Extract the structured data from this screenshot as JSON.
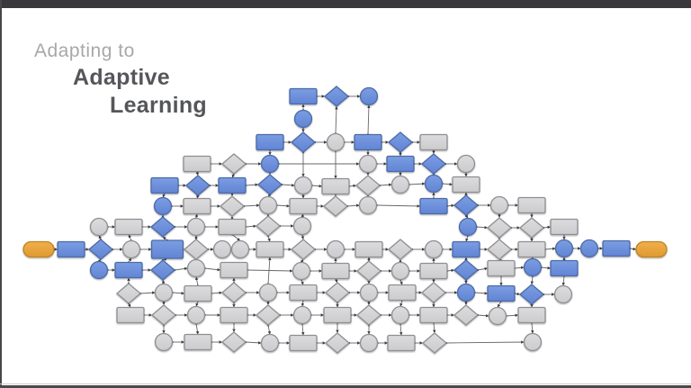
{
  "title": {
    "line1": "Adapting to",
    "line2": "Adaptive",
    "line3": "Learning"
  },
  "colors": {
    "background": "#FFFFFF",
    "top_bar": "#39393B",
    "side_bar": "#47474A",
    "bottom_line": "#CCCCCC",
    "bottom_bar": "#4A4A4D",
    "title_light": "#A7A8AA",
    "title_dark": "#55565A",
    "blue_fill_top": "#7B9DE2",
    "blue_fill_bottom": "#6184D4",
    "blue_stroke": "#4E6BA7",
    "gray_fill_top": "#DCDCDE",
    "gray_fill_bottom": "#CBCBCE",
    "gray_stroke": "#8F8F92",
    "orange_fill_top": "#F0AF4C",
    "orange_fill_bottom": "#DF9A30",
    "orange_stroke": "#BE8326",
    "edge_line": "#67676A",
    "arrow": "#3A3A3C"
  },
  "flowchart": {
    "shape_defaults": {
      "R": [
        30,
        17
      ],
      "D": [
        26,
        22
      ],
      "C": [
        19,
        19
      ],
      "P": [
        34,
        17
      ]
    },
    "nodes": [
      [
        337,
        107,
        "R",
        "b"
      ],
      [
        374,
        107,
        "D",
        "b"
      ],
      [
        410,
        107,
        "C",
        "b"
      ],
      [
        337,
        132,
        "C",
        "b"
      ],
      [
        300,
        158,
        "R",
        "b"
      ],
      [
        337,
        158,
        "D",
        "b"
      ],
      [
        373,
        158,
        "C",
        "g"
      ],
      [
        409,
        158,
        "R",
        "b"
      ],
      [
        445,
        158,
        "D",
        "b"
      ],
      [
        482,
        158,
        "R",
        "g"
      ],
      [
        219,
        182,
        "R",
        "g"
      ],
      [
        260,
        182,
        "D",
        "g"
      ],
      [
        300,
        182,
        "C",
        "b"
      ],
      [
        409,
        182,
        "C",
        "g"
      ],
      [
        445,
        182,
        "R",
        "b"
      ],
      [
        482,
        182,
        "D",
        "b"
      ],
      [
        518,
        182,
        "C",
        "g"
      ],
      [
        183,
        206,
        "R",
        "b"
      ],
      [
        220,
        206,
        "D",
        "b"
      ],
      [
        258,
        206,
        "R",
        "b"
      ],
      [
        300,
        205,
        "D",
        "b"
      ],
      [
        337,
        206,
        "C",
        "g"
      ],
      [
        373,
        207,
        "R",
        "g"
      ],
      [
        409,
        206,
        "D",
        "g"
      ],
      [
        445,
        205,
        "C",
        "g"
      ],
      [
        482,
        204,
        "C",
        "b"
      ],
      [
        518,
        205,
        "R",
        "g"
      ],
      [
        181,
        229,
        "C",
        "b"
      ],
      [
        219,
        229,
        "R",
        "g"
      ],
      [
        258,
        229,
        "D",
        "g"
      ],
      [
        298,
        228,
        "C",
        "g"
      ],
      [
        337,
        229,
        "R",
        "g"
      ],
      [
        373,
        229,
        "D",
        "g"
      ],
      [
        409,
        228,
        "C",
        "g"
      ],
      [
        482,
        229,
        "R",
        "b"
      ],
      [
        518,
        228,
        "D",
        "b"
      ],
      [
        555,
        228,
        "C",
        "g"
      ],
      [
        591,
        228,
        "R",
        "g"
      ],
      [
        110,
        252,
        "C",
        "g"
      ],
      [
        143,
        252,
        "R",
        "g"
      ],
      [
        181,
        252,
        "D",
        "b"
      ],
      [
        218,
        252,
        "C",
        "g"
      ],
      [
        258,
        252,
        "R",
        "g"
      ],
      [
        298,
        251,
        "D",
        "g"
      ],
      [
        336,
        251,
        "C",
        "g"
      ],
      [
        520,
        252,
        "C",
        "b"
      ],
      [
        555,
        253,
        "D",
        "g"
      ],
      [
        591,
        253,
        "D",
        "g"
      ],
      [
        627,
        252,
        "R",
        "g"
      ],
      [
        43,
        277,
        "P",
        "o"
      ],
      [
        79,
        277,
        "R",
        "b"
      ],
      [
        112,
        277,
        "D",
        "b"
      ],
      [
        146,
        277,
        "C",
        "g"
      ],
      [
        186,
        277,
        "R",
        "b",
        35,
        20
      ],
      [
        218,
        277,
        "D",
        "g"
      ],
      [
        247,
        277,
        "C",
        "g"
      ],
      [
        267,
        277,
        "C",
        "g"
      ],
      [
        300,
        277,
        "R",
        "g"
      ],
      [
        337,
        277,
        "D",
        "g"
      ],
      [
        373,
        277,
        "C",
        "g"
      ],
      [
        410,
        277,
        "R",
        "g"
      ],
      [
        445,
        277,
        "D",
        "g"
      ],
      [
        482,
        277,
        "C",
        "g"
      ],
      [
        518,
        277,
        "R",
        "b"
      ],
      [
        555,
        277,
        "D",
        "g"
      ],
      [
        591,
        277,
        "R",
        "g"
      ],
      [
        627,
        276,
        "C",
        "b"
      ],
      [
        655,
        276,
        "C",
        "b"
      ],
      [
        685,
        276,
        "R",
        "b"
      ],
      [
        724,
        277,
        "P",
        "o"
      ],
      [
        110,
        300,
        "C",
        "b"
      ],
      [
        143,
        300,
        "R",
        "b"
      ],
      [
        181,
        300,
        "D",
        "b"
      ],
      [
        218,
        298,
        "C",
        "g"
      ],
      [
        260,
        300,
        "R",
        "g"
      ],
      [
        335,
        301,
        "C",
        "g"
      ],
      [
        373,
        301,
        "R",
        "g"
      ],
      [
        410,
        301,
        "D",
        "g"
      ],
      [
        445,
        301,
        "C",
        "g"
      ],
      [
        482,
        301,
        "R",
        "g"
      ],
      [
        518,
        300,
        "D",
        "b"
      ],
      [
        557,
        298,
        "R",
        "g"
      ],
      [
        592,
        297,
        "C",
        "b"
      ],
      [
        627,
        298,
        "R",
        "b"
      ],
      [
        143,
        326,
        "D",
        "g"
      ],
      [
        182,
        325,
        "C",
        "g"
      ],
      [
        220,
        326,
        "R",
        "g"
      ],
      [
        260,
        325,
        "D",
        "g"
      ],
      [
        298,
        325,
        "C",
        "g"
      ],
      [
        337,
        325,
        "R",
        "g"
      ],
      [
        375,
        325,
        "D",
        "g"
      ],
      [
        410,
        325,
        "C",
        "g"
      ],
      [
        447,
        325,
        "R",
        "g"
      ],
      [
        482,
        325,
        "D",
        "g"
      ],
      [
        518,
        325,
        "C",
        "b"
      ],
      [
        557,
        326,
        "R",
        "b"
      ],
      [
        591,
        327,
        "D",
        "b"
      ],
      [
        626,
        327,
        "C",
        "g"
      ],
      [
        145,
        350,
        "R",
        "g"
      ],
      [
        182,
        350,
        "D",
        "g"
      ],
      [
        218,
        350,
        "C",
        "g"
      ],
      [
        260,
        350,
        "R",
        "g"
      ],
      [
        298,
        350,
        "D",
        "g"
      ],
      [
        336,
        350,
        "C",
        "g"
      ],
      [
        375,
        350,
        "R",
        "g"
      ],
      [
        410,
        350,
        "D",
        "g"
      ],
      [
        445,
        350,
        "C",
        "g"
      ],
      [
        482,
        350,
        "R",
        "g"
      ],
      [
        518,
        350,
        "D",
        "g"
      ],
      [
        553,
        351,
        "C",
        "g"
      ],
      [
        591,
        350,
        "R",
        "g"
      ],
      [
        182,
        380,
        "C",
        "g"
      ],
      [
        220,
        380,
        "R",
        "g"
      ],
      [
        260,
        380,
        "D",
        "g"
      ],
      [
        300,
        381,
        "C",
        "g"
      ],
      [
        337,
        381,
        "R",
        "g"
      ],
      [
        375,
        381,
        "D",
        "g"
      ],
      [
        410,
        381,
        "C",
        "g"
      ],
      [
        446,
        381,
        "R",
        "g"
      ],
      [
        483,
        381,
        "D",
        "g"
      ],
      [
        592,
        380,
        "C",
        "g"
      ]
    ],
    "edges": [
      [
        0,
        1
      ],
      [
        1,
        2
      ],
      [
        4,
        5
      ],
      [
        5,
        6
      ],
      [
        6,
        7
      ],
      [
        7,
        8
      ],
      [
        8,
        9
      ],
      [
        10,
        11
      ],
      [
        11,
        12
      ],
      [
        12,
        13
      ],
      [
        13,
        14
      ],
      [
        14,
        15
      ],
      [
        15,
        16
      ],
      [
        17,
        18
      ],
      [
        18,
        19
      ],
      [
        19,
        20
      ],
      [
        20,
        21
      ],
      [
        21,
        22
      ],
      [
        22,
        23
      ],
      [
        23,
        24
      ],
      [
        24,
        25
      ],
      [
        25,
        26
      ],
      [
        27,
        28
      ],
      [
        28,
        29
      ],
      [
        29,
        30
      ],
      [
        30,
        31
      ],
      [
        31,
        32
      ],
      [
        32,
        33
      ],
      [
        33,
        34
      ],
      [
        34,
        35
      ],
      [
        35,
        36
      ],
      [
        36,
        37
      ],
      [
        38,
        39
      ],
      [
        39,
        40
      ],
      [
        40,
        41
      ],
      [
        41,
        42
      ],
      [
        42,
        43
      ],
      [
        43,
        44
      ],
      [
        45,
        46
      ],
      [
        46,
        47
      ],
      [
        47,
        48
      ],
      [
        49,
        50
      ],
      [
        50,
        51
      ],
      [
        51,
        52
      ],
      [
        52,
        53
      ],
      [
        53,
        54
      ],
      [
        54,
        55
      ],
      [
        55,
        56
      ],
      [
        56,
        57
      ],
      [
        57,
        58
      ],
      [
        58,
        59
      ],
      [
        59,
        60
      ],
      [
        60,
        61
      ],
      [
        61,
        62
      ],
      [
        62,
        63
      ],
      [
        63,
        64
      ],
      [
        64,
        65
      ],
      [
        65,
        66
      ],
      [
        66,
        67
      ],
      [
        67,
        68
      ],
      [
        68,
        69
      ],
      [
        70,
        71
      ],
      [
        71,
        72
      ],
      [
        72,
        73
      ],
      [
        73,
        74
      ],
      [
        74,
        75
      ],
      [
        75,
        76
      ],
      [
        76,
        77
      ],
      [
        77,
        78
      ],
      [
        78,
        79
      ],
      [
        79,
        80
      ],
      [
        80,
        81
      ],
      [
        81,
        82
      ],
      [
        82,
        83
      ],
      [
        84,
        85
      ],
      [
        85,
        86
      ],
      [
        86,
        87
      ],
      [
        87,
        88
      ],
      [
        88,
        89
      ],
      [
        89,
        90
      ],
      [
        90,
        91
      ],
      [
        91,
        92
      ],
      [
        92,
        93
      ],
      [
        93,
        94
      ],
      [
        94,
        95
      ],
      [
        95,
        96
      ],
      [
        96,
        97
      ],
      [
        98,
        99
      ],
      [
        99,
        100
      ],
      [
        100,
        101
      ],
      [
        101,
        102
      ],
      [
        102,
        103
      ],
      [
        103,
        104
      ],
      [
        104,
        105
      ],
      [
        105,
        106
      ],
      [
        106,
        107
      ],
      [
        107,
        108
      ],
      [
        108,
        109
      ],
      [
        109,
        110
      ],
      [
        111,
        112
      ],
      [
        112,
        113
      ],
      [
        113,
        114
      ],
      [
        114,
        115
      ],
      [
        115,
        116
      ],
      [
        116,
        117
      ],
      [
        117,
        118
      ],
      [
        118,
        119
      ],
      [
        119,
        120
      ],
      [
        0,
        3
      ],
      [
        3,
        5
      ],
      [
        1,
        6
      ],
      [
        2,
        7
      ],
      [
        4,
        12
      ],
      [
        7,
        13
      ],
      [
        8,
        14
      ],
      [
        9,
        15
      ],
      [
        5,
        21
      ],
      [
        6,
        22
      ],
      [
        10,
        18
      ],
      [
        11,
        19
      ],
      [
        12,
        20
      ],
      [
        13,
        23
      ],
      [
        14,
        24
      ],
      [
        15,
        25
      ],
      [
        16,
        26
      ],
      [
        17,
        27
      ],
      [
        18,
        28
      ],
      [
        19,
        29
      ],
      [
        20,
        30
      ],
      [
        21,
        31
      ],
      [
        22,
        32
      ],
      [
        23,
        33
      ],
      [
        25,
        34
      ],
      [
        26,
        35
      ],
      [
        27,
        40
      ],
      [
        28,
        41
      ],
      [
        29,
        42
      ],
      [
        30,
        43
      ],
      [
        31,
        44
      ],
      [
        35,
        45
      ],
      [
        36,
        46
      ],
      [
        37,
        47
      ],
      [
        38,
        51
      ],
      [
        39,
        52
      ],
      [
        40,
        53
      ],
      [
        41,
        54
      ],
      [
        42,
        56
      ],
      [
        43,
        57
      ],
      [
        44,
        58
      ],
      [
        45,
        63
      ],
      [
        46,
        64
      ],
      [
        47,
        65
      ],
      [
        48,
        66
      ],
      [
        51,
        70
      ],
      [
        52,
        71
      ],
      [
        53,
        72
      ],
      [
        54,
        73
      ],
      [
        57,
        88
      ],
      [
        58,
        75
      ],
      [
        59,
        76
      ],
      [
        60,
        77
      ],
      [
        61,
        78
      ],
      [
        62,
        79
      ],
      [
        63,
        80
      ],
      [
        64,
        81
      ],
      [
        65,
        82
      ],
      [
        66,
        83
      ],
      [
        71,
        84
      ],
      [
        72,
        85
      ],
      [
        73,
        86
      ],
      [
        74,
        87
      ],
      [
        75,
        89
      ],
      [
        76,
        90
      ],
      [
        77,
        91
      ],
      [
        78,
        92
      ],
      [
        79,
        93
      ],
      [
        80,
        94
      ],
      [
        81,
        95
      ],
      [
        82,
        96
      ],
      [
        83,
        97
      ],
      [
        84,
        98
      ],
      [
        85,
        99
      ],
      [
        86,
        100
      ],
      [
        87,
        101
      ],
      [
        88,
        102
      ],
      [
        89,
        103
      ],
      [
        90,
        104
      ],
      [
        91,
        105
      ],
      [
        92,
        106
      ],
      [
        93,
        107
      ],
      [
        94,
        108
      ],
      [
        95,
        109
      ],
      [
        96,
        110
      ],
      [
        99,
        111
      ],
      [
        100,
        112
      ],
      [
        101,
        113
      ],
      [
        102,
        114
      ],
      [
        103,
        115
      ],
      [
        104,
        116
      ],
      [
        105,
        117
      ],
      [
        106,
        118
      ],
      [
        107,
        119
      ],
      [
        110,
        120
      ]
    ]
  }
}
